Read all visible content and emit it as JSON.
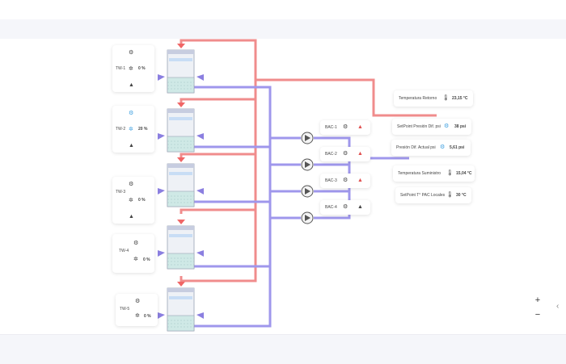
{
  "towers": [
    {
      "name": "TW-1",
      "pct": "0 %",
      "fan_active": false,
      "alarm": "off"
    },
    {
      "name": "TW-2",
      "pct": "20 %",
      "fan_active": true,
      "alarm": "off"
    },
    {
      "name": "TW-3",
      "pct": "0 %",
      "fan_active": false,
      "alarm": "off"
    },
    {
      "name": "TW-4",
      "pct": "0 %",
      "fan_active": false,
      "alarm": "none"
    },
    {
      "name": "TW-5",
      "pct": "0 %",
      "fan_active": false,
      "alarm": "none"
    }
  ],
  "pumps": [
    {
      "name": "BAC-1",
      "alarm": "active"
    },
    {
      "name": "BAC-2",
      "alarm": "active"
    },
    {
      "name": "BAC-3",
      "alarm": "active"
    },
    {
      "name": "BAC-4",
      "alarm": "off"
    }
  ],
  "readouts": {
    "return_temp": {
      "label": "Temperatura Retorno",
      "value": "23,15 °C"
    },
    "setpoint_pressure": {
      "label": "SetPoint Presión Dif. psi",
      "value": "38 psi"
    },
    "actual_pressure": {
      "label": "Presión Dif. Actual psi",
      "value": "5,61 psi"
    },
    "supply_temp": {
      "label": "Temperatura Suministro",
      "value": "15,04 °C"
    },
    "setpoint_temp": {
      "label": "SetPoint T° PAC Locales",
      "value": "30 °C"
    }
  },
  "zoom": {
    "in": "+",
    "out": "−"
  },
  "colors": {
    "hot_pipe": "#f08c8c",
    "cold_pipe": "#9f97ec",
    "fan_active": "#3fa0e0",
    "alarm_active": "#e05050",
    "alarm_off": "#333333"
  },
  "icons": {
    "fan": "fan-icon",
    "alarm": "triangle-icon",
    "gear": "gear-icon",
    "thermometer": "thermometer-icon",
    "pump": "pump-icon"
  }
}
